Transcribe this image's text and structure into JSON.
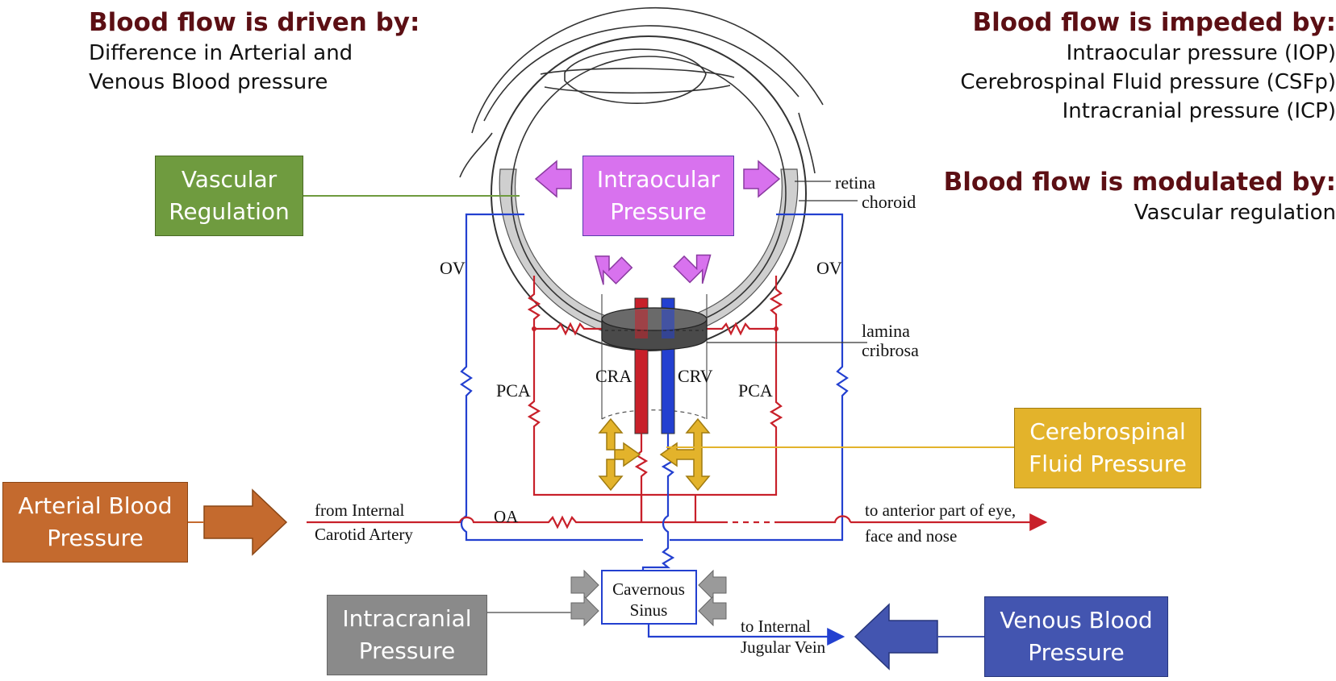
{
  "colors": {
    "artery": "#c8202a",
    "vein": "#2340d0",
    "heading": "#5c0f14",
    "vascular": "#6f9b3f",
    "iop": "#d872ee",
    "csf": "#e3b32b",
    "arterial": "#c46a2e",
    "icp": "#8a8a8a",
    "venous": "#4355b0"
  },
  "headings": {
    "driven": "Blood flow is driven by:",
    "impeded": "Blood flow is impeded by:",
    "modulated": "Blood flow is modulated by:"
  },
  "driven_lines": [
    "Difference in Arterial and",
    "Venous Blood pressure"
  ],
  "impeded_lines": [
    "Intraocular pressure (IOP)",
    "Cerebrospinal Fluid pressure (CSFp)",
    "Intracranial pressure (ICP)"
  ],
  "modulated_lines": [
    "Vascular regulation"
  ],
  "boxes": {
    "vascular": [
      "Vascular",
      "Regulation"
    ],
    "iop": [
      "Intraocular",
      "Pressure"
    ],
    "csf": [
      "Cerebrospinal",
      "Fluid Pressure"
    ],
    "arterial": [
      "Arterial Blood",
      "Pressure"
    ],
    "icp": [
      "Intracranial",
      "Pressure"
    ],
    "venous": [
      "Venous Blood",
      "Pressure"
    ]
  },
  "labels": {
    "retina": "retina",
    "choroid": "choroid",
    "ov_left": "OV",
    "ov_right": "OV",
    "lamina_1": "lamina",
    "lamina_2": "cribrosa",
    "pca_left": "PCA",
    "pca_right": "PCA",
    "cra": "CRA",
    "crv": "CRV",
    "from_internal_1": "from Internal",
    "from_internal_2": "Carotid Artery",
    "oa": "OA",
    "to_anterior_1": "to anterior part of eye,",
    "to_anterior_2": "face and nose",
    "cavernous_1": "Cavernous",
    "cavernous_2": "Sinus",
    "jugular_1": "to Internal",
    "jugular_2": "Jugular Vein"
  }
}
